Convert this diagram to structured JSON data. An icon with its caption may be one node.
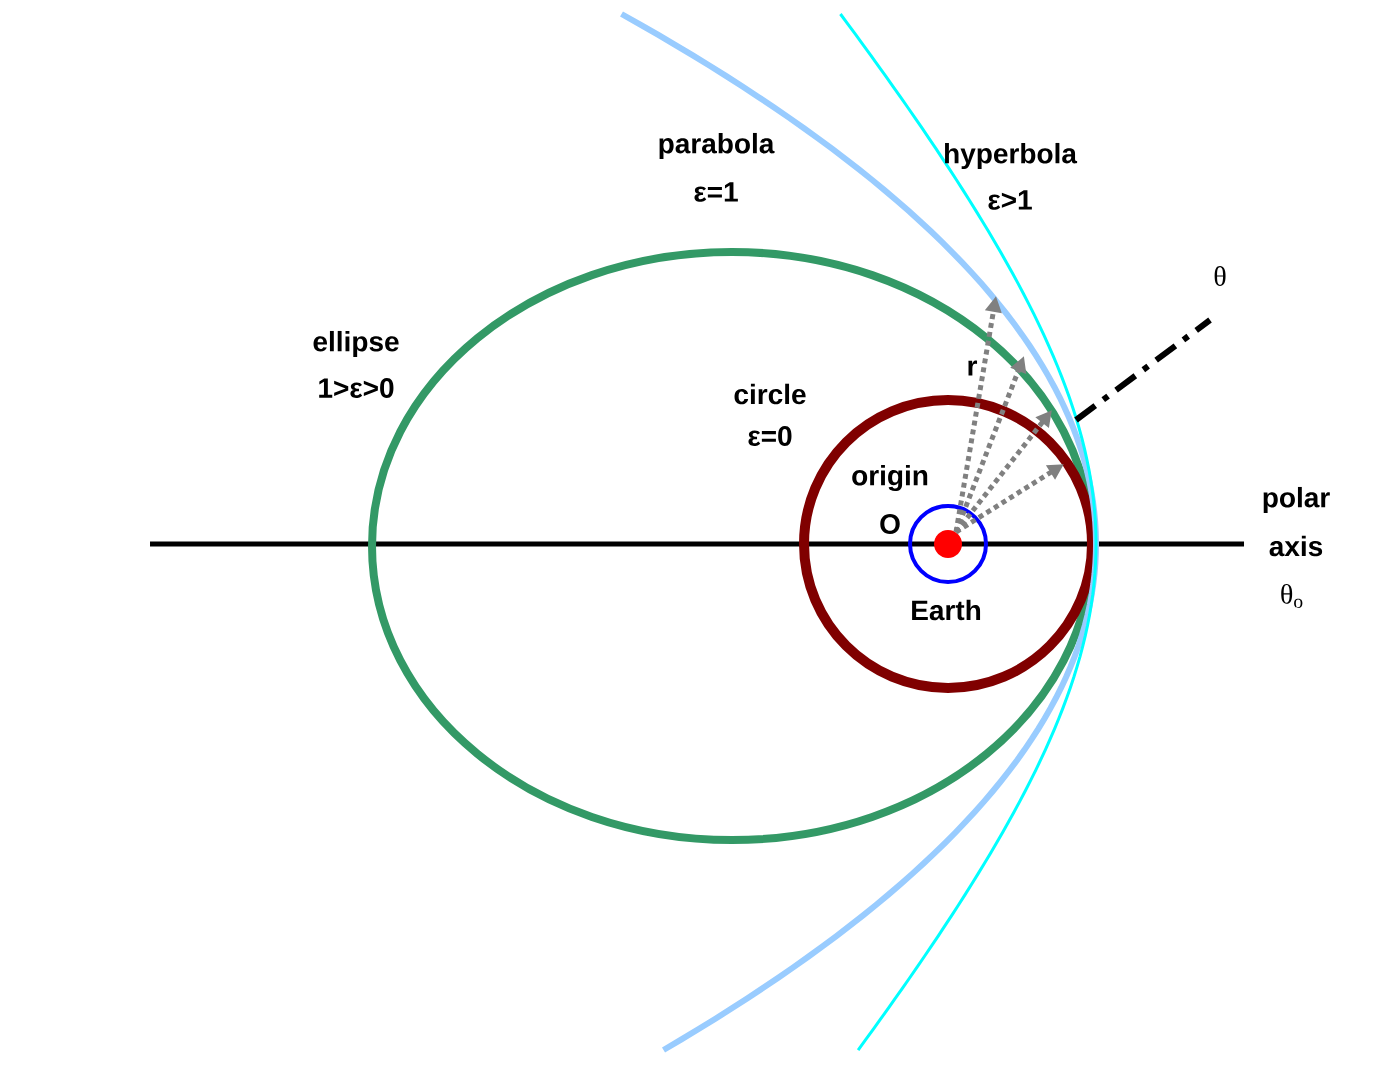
{
  "diagram": {
    "labels": [
      "parabola",
      "ε=1",
      "hyperbola",
      "ε>1",
      "θ",
      "ellipse",
      "1>ε>0",
      "circle",
      "ε=0",
      "r",
      "origin",
      "O",
      "polar",
      "axis",
      "θ$_{o}$",
      "Earth"
    ]
  }
}
